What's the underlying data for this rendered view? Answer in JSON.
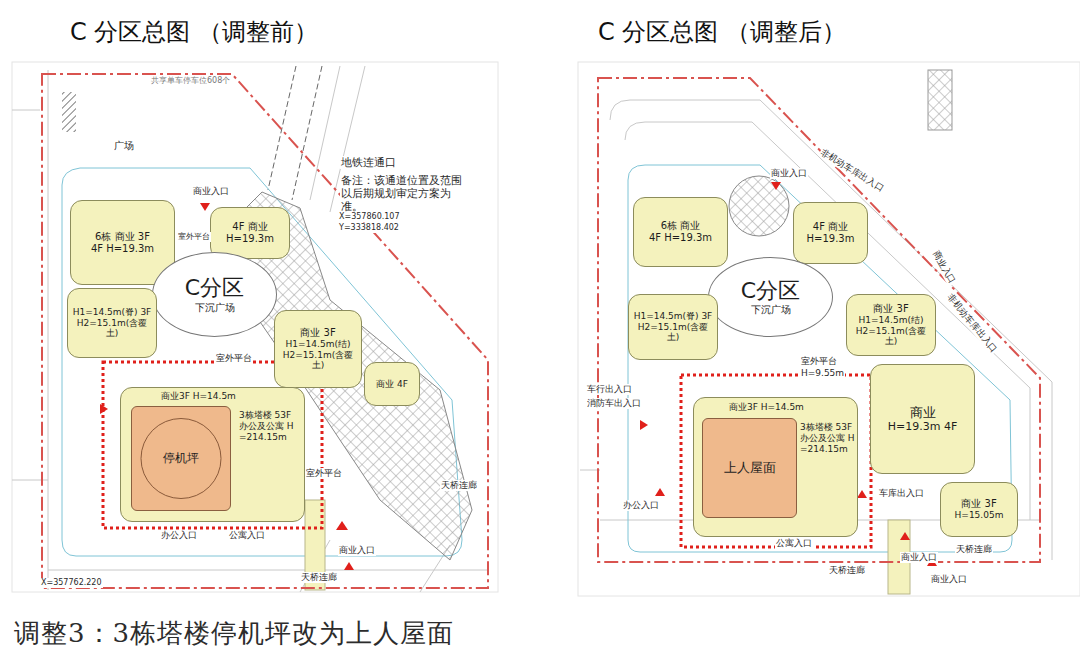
{
  "diagram": {
    "caption": "调整3：3栋塔楼停机坪改为上人屋面",
    "nodes": [
      {
        "text": [
          "C 分区总图 （调整前）"
        ]
      },
      {
        "text": [
          "6栋 商业 3F",
          "4F H=19.3m"
        ],
        "in": 0
      },
      {
        "text": [
          "4F 商业",
          "H=19.3m"
        ],
        "in": 0
      },
      {
        "text": [
          "C分区",
          "下沉广场"
        ],
        "in": 0
      },
      {
        "text": [
          "H1=14.5m(脊) 3F",
          "H2=15.1m(含覆土)"
        ],
        "in": 0
      },
      {
        "text": [
          "商业 3F",
          "H1=14.5m(结)",
          "H2=15.1m(含覆土)"
        ],
        "in": 0
      },
      {
        "text": [
          "商业 4F"
        ],
        "in": 0
      },
      {
        "text": [
          "商业3F H=14.5m",
          "3栋塔楼 53F 办公及公寓 H=214.15m"
        ],
        "in": 0
      },
      {
        "text": [
          "停机坪"
        ],
        "in": 7
      },
      {
        "text": [
          "C 分区总图 （调整后）"
        ]
      },
      {
        "text": [
          "6栋 商业",
          "4F H=19.3m"
        ],
        "in": 9
      },
      {
        "text": [
          "4F 商业",
          "H=19.3m"
        ],
        "in": 9
      },
      {
        "text": [
          "C分区",
          "下沉广场"
        ],
        "in": 9
      },
      {
        "text": [
          "H1=14.5m(脊) 3F",
          "H2=15.1m(含覆土)"
        ],
        "in": 9
      },
      {
        "text": [
          "商业 3F",
          "H1=14.5m(结)",
          "H2=15.1m(含覆土)"
        ],
        "in": 9
      },
      {
        "text": [
          "商业",
          "H=19.3m 4F"
        ],
        "in": 9
      },
      {
        "text": [
          "商业 3F",
          "H=15.05m"
        ],
        "in": 9
      },
      {
        "text": [
          "商业3F H=14.5m",
          "3栋塔楼 53F 办公及公寓 H=214.15m"
        ],
        "in": 9
      },
      {
        "text": [
          "上人屋面"
        ],
        "in": 17
      }
    ],
    "labels": [
      "共享单车停车位608个",
      "广场",
      "地铁连通口",
      "备注：该通道位置及范围以后期规划审定方案为准。",
      "X=357860.107",
      "Y=333818.402",
      "商业入口",
      "室外平台",
      "室外平台",
      "室外平台",
      "办公入口",
      "公寓入口",
      "商业入口",
      "天桥连廊",
      "天桥连廊",
      "X=357762.220",
      "商业入口",
      "非机动车库出入口",
      "商业入口",
      "非机动车库出入口",
      "车行出入口",
      "消防车出入口",
      "室外平台",
      "H=9.55m",
      "办公入口",
      "公寓入口",
      "车库出入口",
      "天桥连廊",
      "天桥连廊",
      "商业入口",
      "商业入口"
    ]
  }
}
